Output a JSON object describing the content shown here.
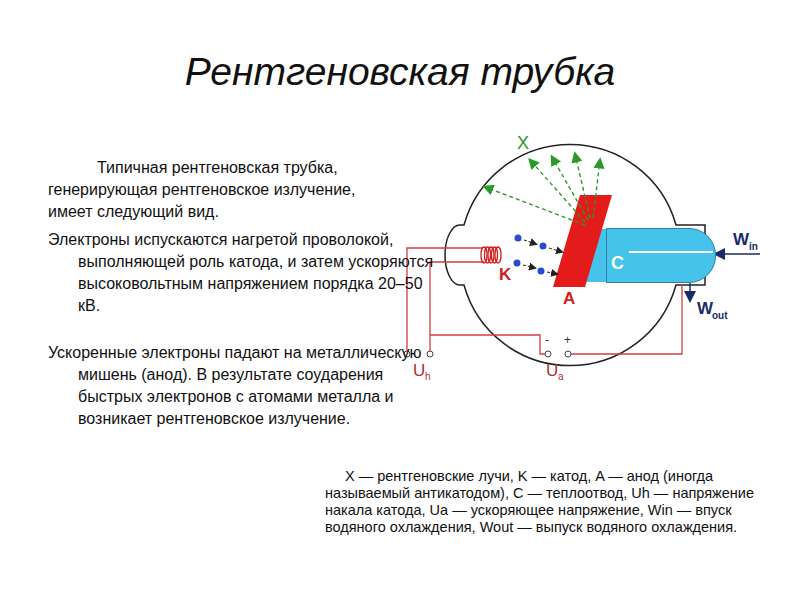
{
  "diagram": {
    "title": "Рентгеновская трубка",
    "caption": "X — рентгеновские лучи, K — катод, A — анод (иногда называемый антикатодом), C — теплоотвод, Uh — напряжение накала катода, Ua — ускоряющее напряжение, Win — впуск водяного охлаждения, Wout — выпуск водяного охлаждения.",
    "nodes": [
      {
        "text": [
          "C"
        ]
      }
    ],
    "labels": [
      "Типичная рентгеновская трубка, генерирующая рентгеновское излучение, имеет следующий вид.",
      "Электроны испускаются нагретой проволокой, выполняющей роль катода, и затем ускоряются высоковольтным напряжением порядка 20–50 кВ.",
      "Ускоренные электроны падают на металлическую мишень (анод). В результате соударения быстрых электронов с атомами металла и возникает рентгеновское излучение.",
      "X",
      "K",
      "A",
      "W",
      "in",
      "W",
      "out",
      "U",
      "h",
      "-",
      "+",
      "U",
      "a"
    ]
  }
}
